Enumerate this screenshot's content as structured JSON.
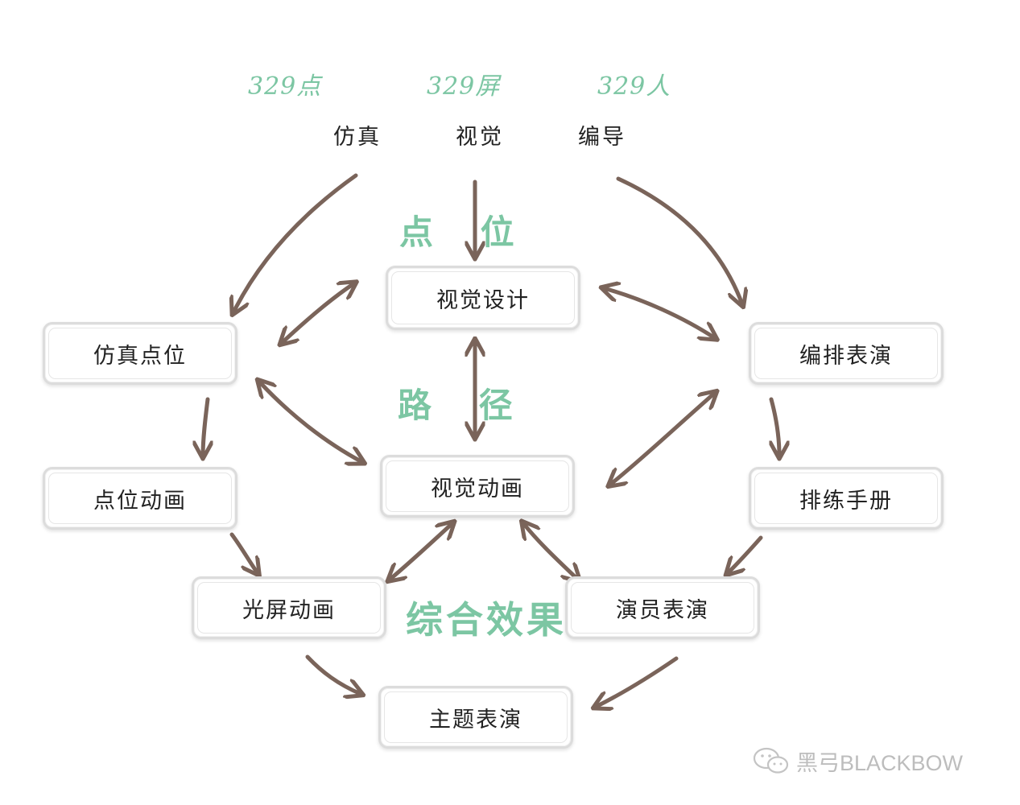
{
  "sources": {
    "sim": "仿真",
    "vis": "视觉",
    "dir": "编导"
  },
  "notes": {
    "sim": "329点",
    "vis": "329屏",
    "dir": "329人"
  },
  "labels": {
    "point": "点 位",
    "path": "路 径",
    "combined": "综合效果"
  },
  "nodes": {
    "visual_design": "视觉设计",
    "sim_points": "仿真点位",
    "arrange": "编排表演",
    "point_anim": "点位动画",
    "visual_anim": "视觉动画",
    "rehearsal": "排练手册",
    "screen_anim": "光屏动画",
    "actor_perf": "演员表演",
    "theme_perf": "主题表演"
  },
  "watermark": {
    "text": "黑弓BLACKBOW",
    "icon": "wechat-icon"
  },
  "colors": {
    "arrow": "#7a645a",
    "handwriting": "#7cc6a3",
    "box_border": "#dcdcdc"
  }
}
